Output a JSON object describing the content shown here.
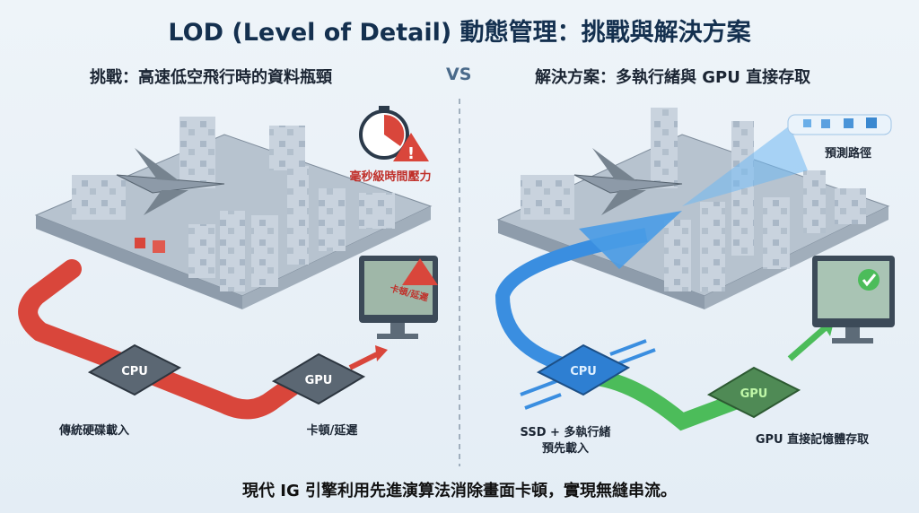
{
  "title": "LOD (Level of Detail) 動態管理：挑戰與解決方案",
  "challenge": {
    "heading": "挑戰：高速低空飛行時的資料瓶頸",
    "time_pressure": "毫秒級時間壓力",
    "monitor_warning": "卡頓/延遲",
    "cpu": "CPU",
    "gpu": "GPU",
    "source_label": "傳統硬碟載入",
    "result_label": "卡頓/延遲",
    "color": "#d9463b"
  },
  "vs": "VS",
  "solution": {
    "heading": "解決方案：多執行緒與 GPU 直接存取",
    "predict_label": "預測路徑",
    "cpu": "CPU",
    "gpu": "GPU",
    "source_label_1": "SSD + 多執行緒",
    "source_label_2": "預先載入",
    "result_label": "GPU 直接記憶體存取",
    "blue": "#3a8ee0",
    "green": "#4cbc5a"
  },
  "footer": "現代 IG 引擎利用先進演算法消除畫面卡頓，實現無縫串流。"
}
